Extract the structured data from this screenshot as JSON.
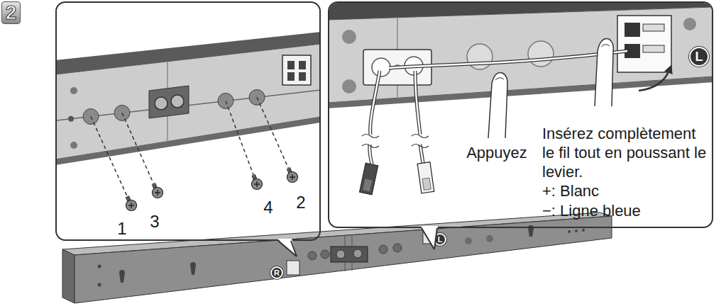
{
  "diagram": {
    "nodes": [
      {
        "text": [
          "2"
        ]
      },
      {
        "text": [
          "1",
          "3",
          "4",
          "2"
        ]
      },
      {
        "text": [
          "Insérez complètement le fil tout en poussant le levier.",
          "Appuyez",
          "+: Blanc",
          "−: Ligne bleue"
        ]
      },
      {
        "text": [
          "L"
        ],
        "in": 2
      },
      {
        "text": [
          "R"
        ]
      },
      {
        "text": [
          "L"
        ]
      }
    ]
  }
}
